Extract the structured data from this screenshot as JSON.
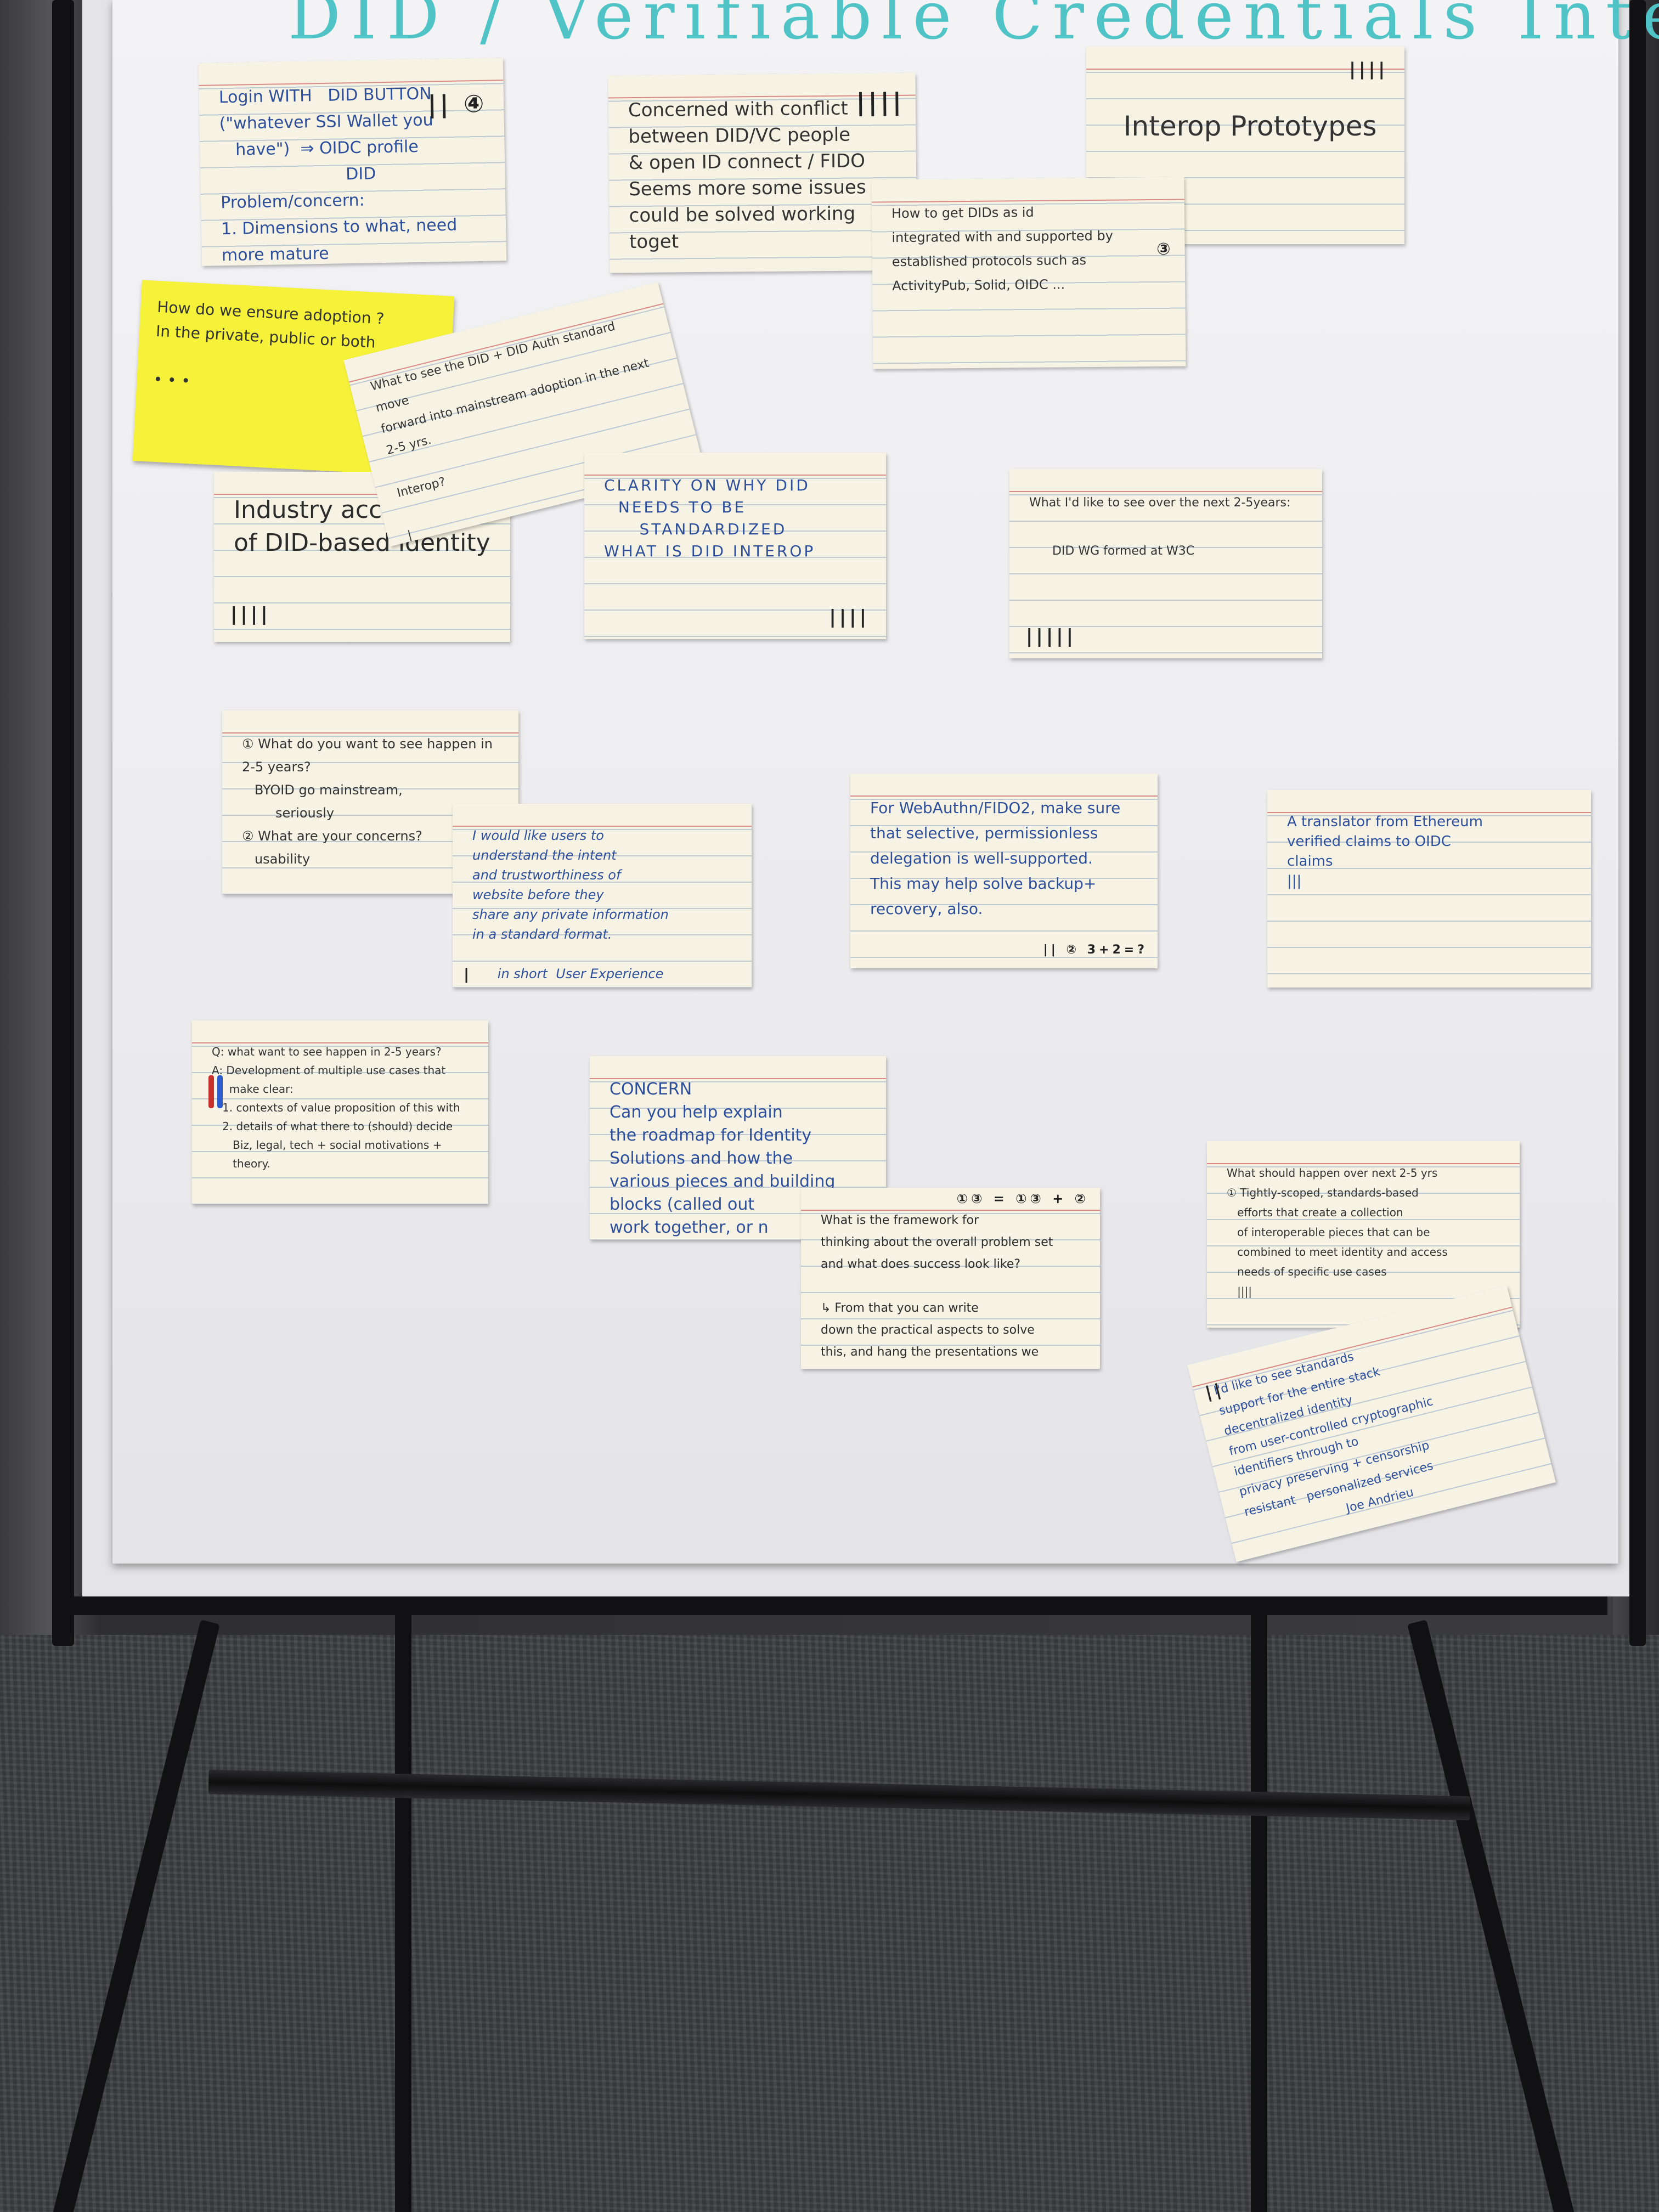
{
  "scene": {
    "header_partial": "DID / Verifiable Credentials Interop"
  },
  "cards": [
    {
      "id": "c1",
      "text": "Login WITH   DID BUTTON\n(\"whatever SSI Wallet you\n   have\")  ⇒ OIDC profile\n                        DID\nProblem/concern:\n1. Dimensions to what, need more mature\n   standards, eg: OIDC, FIDO",
      "tally": "|| ④"
    },
    {
      "id": "c2",
      "text": "Concerned with conflict\nbetween DID/VC people\n& open ID connect / FIDO\nSeems more some issues\ncould be solved working toget",
      "tally": "||||"
    },
    {
      "id": "c3",
      "text": "\n  Interop Prototypes",
      "tally": "||||"
    },
    {
      "id": "c4",
      "text": "How to get DIDs as id\nintegrated with and supported by\nestablished protocols such as\nActivityPub, Solid, OIDC ...",
      "tally": "③"
    },
    {
      "id": "c5",
      "text": "What to see the DID + DID Auth standard move\nforward into mainstream adoption in the next 2-5 yrs.\n\nInterop?\n\n|"
    },
    {
      "id": "c6",
      "text": "Industry acceptance\nof DID-based identity",
      "tally": "||||"
    },
    {
      "id": "c7",
      "text": "CLARITY ON WHY DID\n  NEEDS TO BE\n     STANDARDIZED\nWHAT IS DID INTEROP",
      "tally": "||||"
    },
    {
      "id": "c8",
      "text": "What I'd like to see over the next 2-5years:\n\n      DID WG formed at W3C",
      "tally": "|||||"
    },
    {
      "id": "c9",
      "text": "① What do you want to see happen in 2-5 years?\n   BYOID go mainstream,\n        seriously\n② What are your concerns?\n   usability",
      "tally": "||||"
    },
    {
      "id": "c10",
      "text": "I would like users to\nunderstand the intent\nand trustworthiness of\nwebsite before they\nshare any private information\nin a standard format.\n\n      in short  User Experience\n                         too!",
      "tally": "|"
    },
    {
      "id": "c11",
      "text": "For WebAuthn/FIDO2, make sure\nthat selective, permissionless\ndelegation is well-supported.\nThis may help solve backup+\nrecovery, also.",
      "tally": "|| ② 3+2=?"
    },
    {
      "id": "c12",
      "text": "A translator from Ethereum\nverified claims to OIDC\nclaims\n|||",
      "tally": ""
    },
    {
      "id": "c13",
      "text": "Q: what want to see happen in 2-5 years?\nA: Development of multiple use cases that\n     make clear:\n   1. contexts of value proposition of this with\n   2. details of what there to (should) decide\n      Biz, legal, tech + social motivations +\n      theory.",
      "tally": ""
    },
    {
      "id": "c14",
      "text": "CONCERN\nCan you help explain\nthe roadmap for Identity\nSolutions and how the\nvarious pieces and building\nblocks (called out\nwork together, or n",
      "tally": ""
    },
    {
      "id": "c15",
      "text": "What is the framework for\nthinking about the overall problem set\nand what does success look like?\n\n↳ From that you can write\ndown the practical aspects to solve\nthis, and hang the presentations we",
      "tally": "①③ = ①③ + ②"
    },
    {
      "id": "c16",
      "text": "What should happen over next 2-5 yrs\n① Tightly-scoped, standards-based\n   efforts that create a collection\n   of interoperable pieces that can be\n   combined to meet identity and access\n   needs of specific use cases\n   ||||",
      "tally": ""
    },
    {
      "id": "c17",
      "text": "I'd like to see standards\nsupport for the entire stack\ndecentralized identity\nfrom user-controlled cryptographic\nidentifiers through to\nprivacy preserving + censorship\nresistant   personalized services\n                          Joe Andrieu",
      "tally": "||"
    }
  ],
  "sticky": {
    "text": "How do we ensure adoption ?\nIn the private, public or both\n\n• • •"
  }
}
